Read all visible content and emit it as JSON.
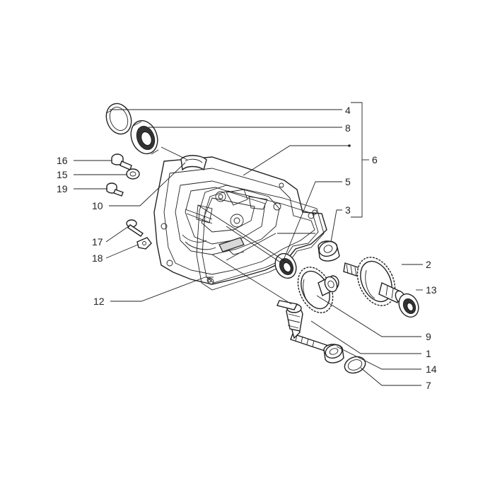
{
  "callouts": [
    {
      "id": "4",
      "text": "4"
    },
    {
      "id": "8",
      "text": "8"
    },
    {
      "id": "6",
      "text": "6"
    },
    {
      "id": "16",
      "text": "16"
    },
    {
      "id": "15",
      "text": "15"
    },
    {
      "id": "19",
      "text": "19"
    },
    {
      "id": "10",
      "text": "10"
    },
    {
      "id": "5",
      "text": "5"
    },
    {
      "id": "3",
      "text": "3"
    },
    {
      "id": "17",
      "text": "17"
    },
    {
      "id": "18",
      "text": "18"
    },
    {
      "id": "2",
      "text": "2"
    },
    {
      "id": "13",
      "text": "13"
    },
    {
      "id": "12",
      "text": "12"
    },
    {
      "id": "9",
      "text": "9"
    },
    {
      "id": "1",
      "text": "1"
    },
    {
      "id": "14",
      "text": "14"
    },
    {
      "id": "7",
      "text": "7"
    }
  ],
  "colors": {
    "line": "#222222",
    "background": "#ffffff"
  }
}
